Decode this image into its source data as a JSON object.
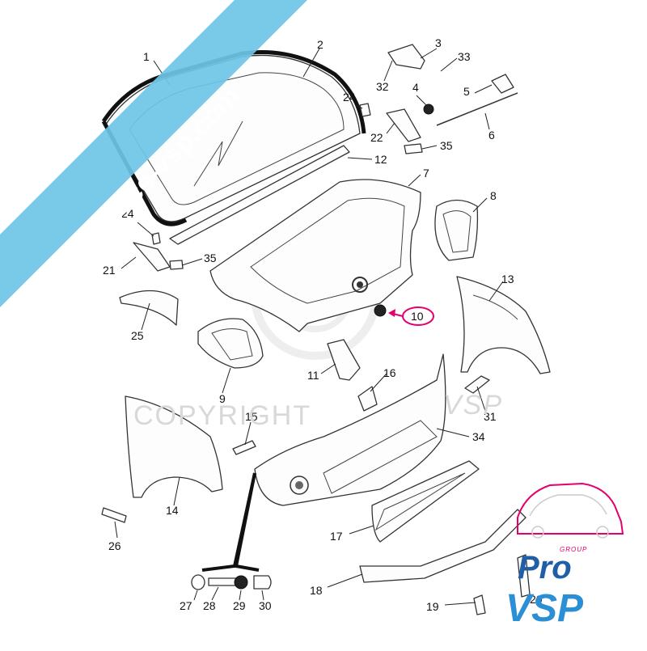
{
  "diagram": {
    "labels": [
      "1",
      "2",
      "3",
      "33",
      "32",
      "4",
      "5",
      "6",
      "24",
      "22",
      "35",
      "12",
      "7",
      "8",
      "24",
      "21",
      "35",
      "13",
      "10",
      "25",
      "9",
      "11",
      "16",
      "31",
      "15",
      "34",
      "14",
      "17",
      "26",
      "18",
      "27",
      "28",
      "29",
      "30",
      "19",
      "20"
    ]
  },
  "watermarks": {
    "banner_text": "pro-piece-vsp.com",
    "copyright_text": "COPYRIGHT",
    "copyright_tail": "VSP"
  },
  "logo": {
    "group_text": "GROUP",
    "pro_text": "Pro",
    "vsp_text": "VSP"
  },
  "colors": {
    "banner": "#6cc6e6",
    "highlight": "#e4006d",
    "brand_dark": "#1f5fa8",
    "brand_light": "#2b8fd6"
  }
}
